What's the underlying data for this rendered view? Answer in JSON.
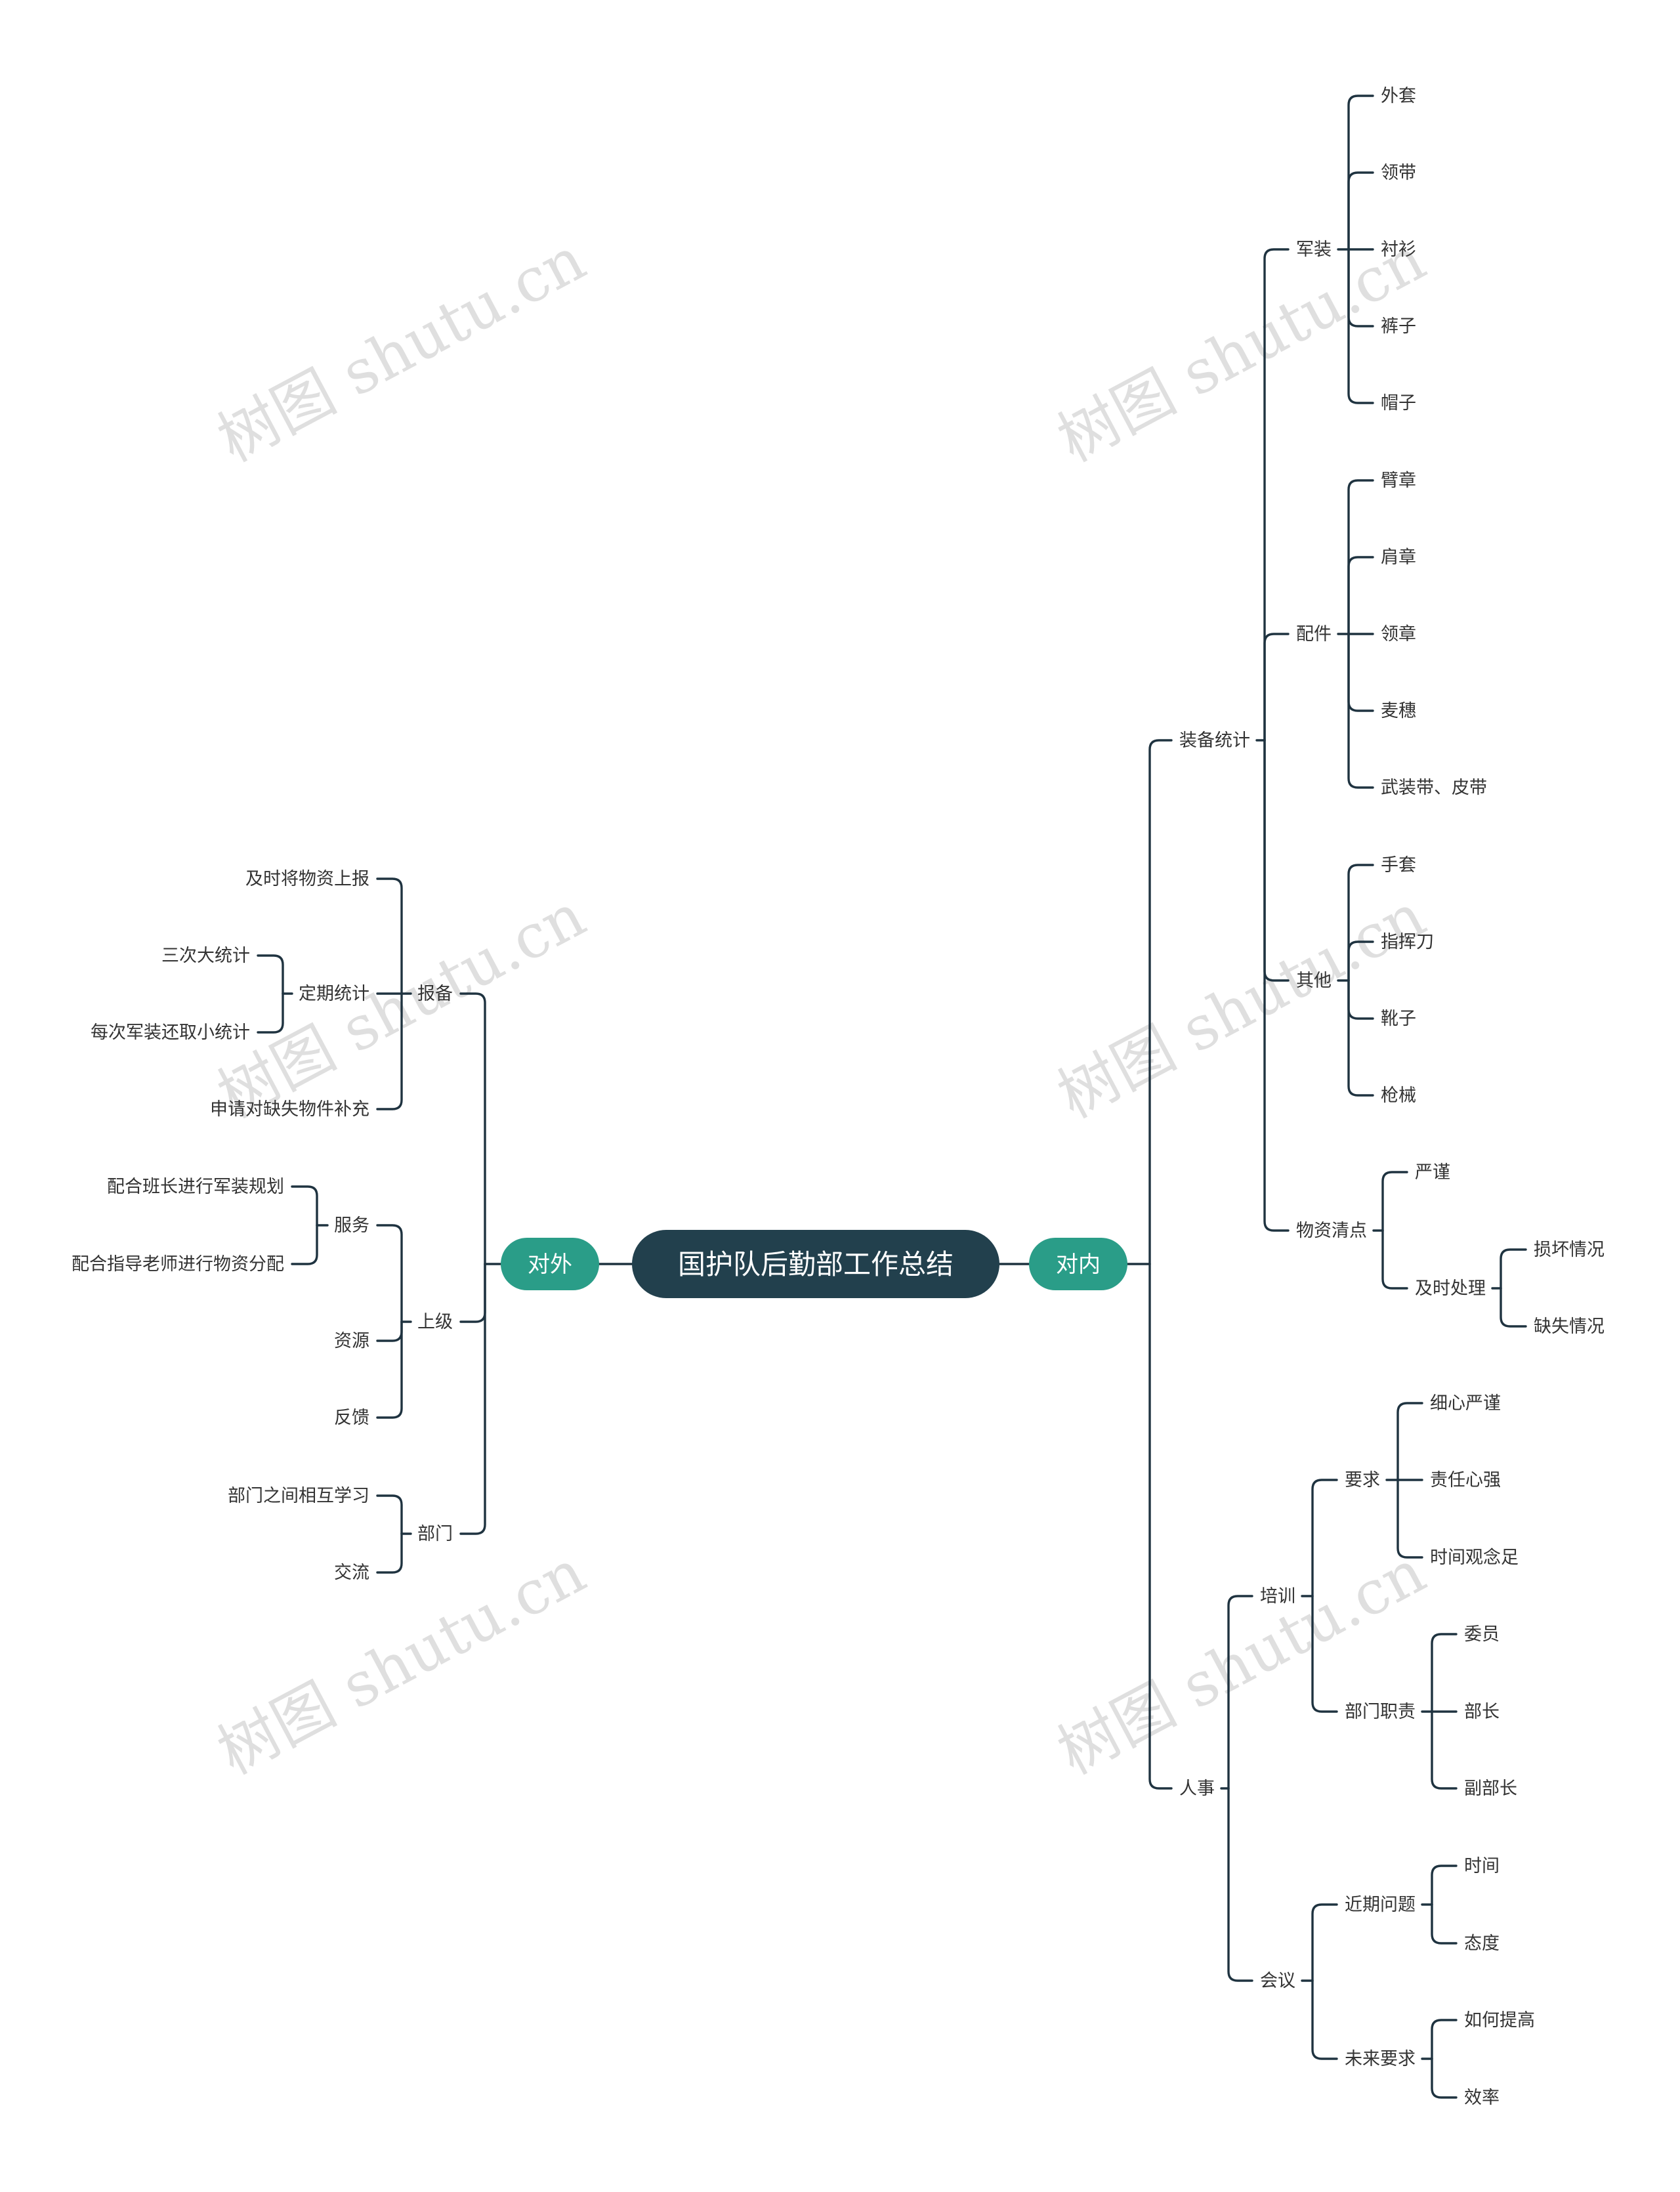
{
  "colors": {
    "line": "#1f3340",
    "root_fill": "#22404d",
    "branch_fill": "#2a9d88",
    "text": "#333333",
    "pill_text": "#ffffff"
  },
  "root": {
    "label": "国护队后勤部工作总结"
  },
  "watermark": "树图 shutu.cn",
  "branches": {
    "right": {
      "label": "对内",
      "children": [
        {
          "label": "装备统计",
          "children": [
            {
              "label": "军装",
              "children": [
                {
                  "label": "外套"
                },
                {
                  "label": "领带"
                },
                {
                  "label": "衬衫"
                },
                {
                  "label": "裤子"
                },
                {
                  "label": "帽子"
                }
              ]
            },
            {
              "label": "配件",
              "children": [
                {
                  "label": "臂章"
                },
                {
                  "label": "肩章"
                },
                {
                  "label": "领章"
                },
                {
                  "label": "麦穗"
                },
                {
                  "label": "武装带、皮带"
                }
              ]
            },
            {
              "label": "其他",
              "children": [
                {
                  "label": "手套"
                },
                {
                  "label": "指挥刀"
                },
                {
                  "label": "靴子"
                },
                {
                  "label": "枪械"
                }
              ]
            },
            {
              "label": "物资清点",
              "children": [
                {
                  "label": "严谨"
                },
                {
                  "label": "及时处理",
                  "children": [
                    {
                      "label": "损坏情况"
                    },
                    {
                      "label": "缺失情况"
                    }
                  ]
                }
              ]
            }
          ]
        },
        {
          "label": "人事",
          "children": [
            {
              "label": "培训",
              "children": [
                {
                  "label": "要求",
                  "children": [
                    {
                      "label": "细心严谨"
                    },
                    {
                      "label": "责任心强"
                    },
                    {
                      "label": "时间观念足"
                    }
                  ]
                },
                {
                  "label": "部门职责",
                  "children": [
                    {
                      "label": "委员"
                    },
                    {
                      "label": "部长"
                    },
                    {
                      "label": "副部长"
                    }
                  ]
                }
              ]
            },
            {
              "label": "会议",
              "children": [
                {
                  "label": "近期问题",
                  "children": [
                    {
                      "label": "时间"
                    },
                    {
                      "label": "态度"
                    }
                  ]
                },
                {
                  "label": "未来要求",
                  "children": [
                    {
                      "label": "如何提高"
                    },
                    {
                      "label": "效率"
                    }
                  ]
                }
              ]
            }
          ]
        }
      ]
    },
    "left": {
      "label": "对外",
      "children": [
        {
          "label": "报备",
          "children": [
            {
              "label": "及时将物资上报"
            },
            {
              "label": "定期统计",
              "children": [
                {
                  "label": "三次大统计"
                },
                {
                  "label": "每次军装还取小统计"
                }
              ]
            },
            {
              "label": "申请对缺失物件补充"
            }
          ]
        },
        {
          "label": "上级",
          "children": [
            {
              "label": "服务",
              "children": [
                {
                  "label": "配合班长进行军装规划"
                },
                {
                  "label": "配合指导老师进行物资分配"
                }
              ]
            },
            {
              "label": "资源"
            },
            {
              "label": "反馈"
            }
          ]
        },
        {
          "label": "部门",
          "children": [
            {
              "label": "部门之间相互学习"
            },
            {
              "label": "交流"
            }
          ]
        }
      ]
    }
  }
}
